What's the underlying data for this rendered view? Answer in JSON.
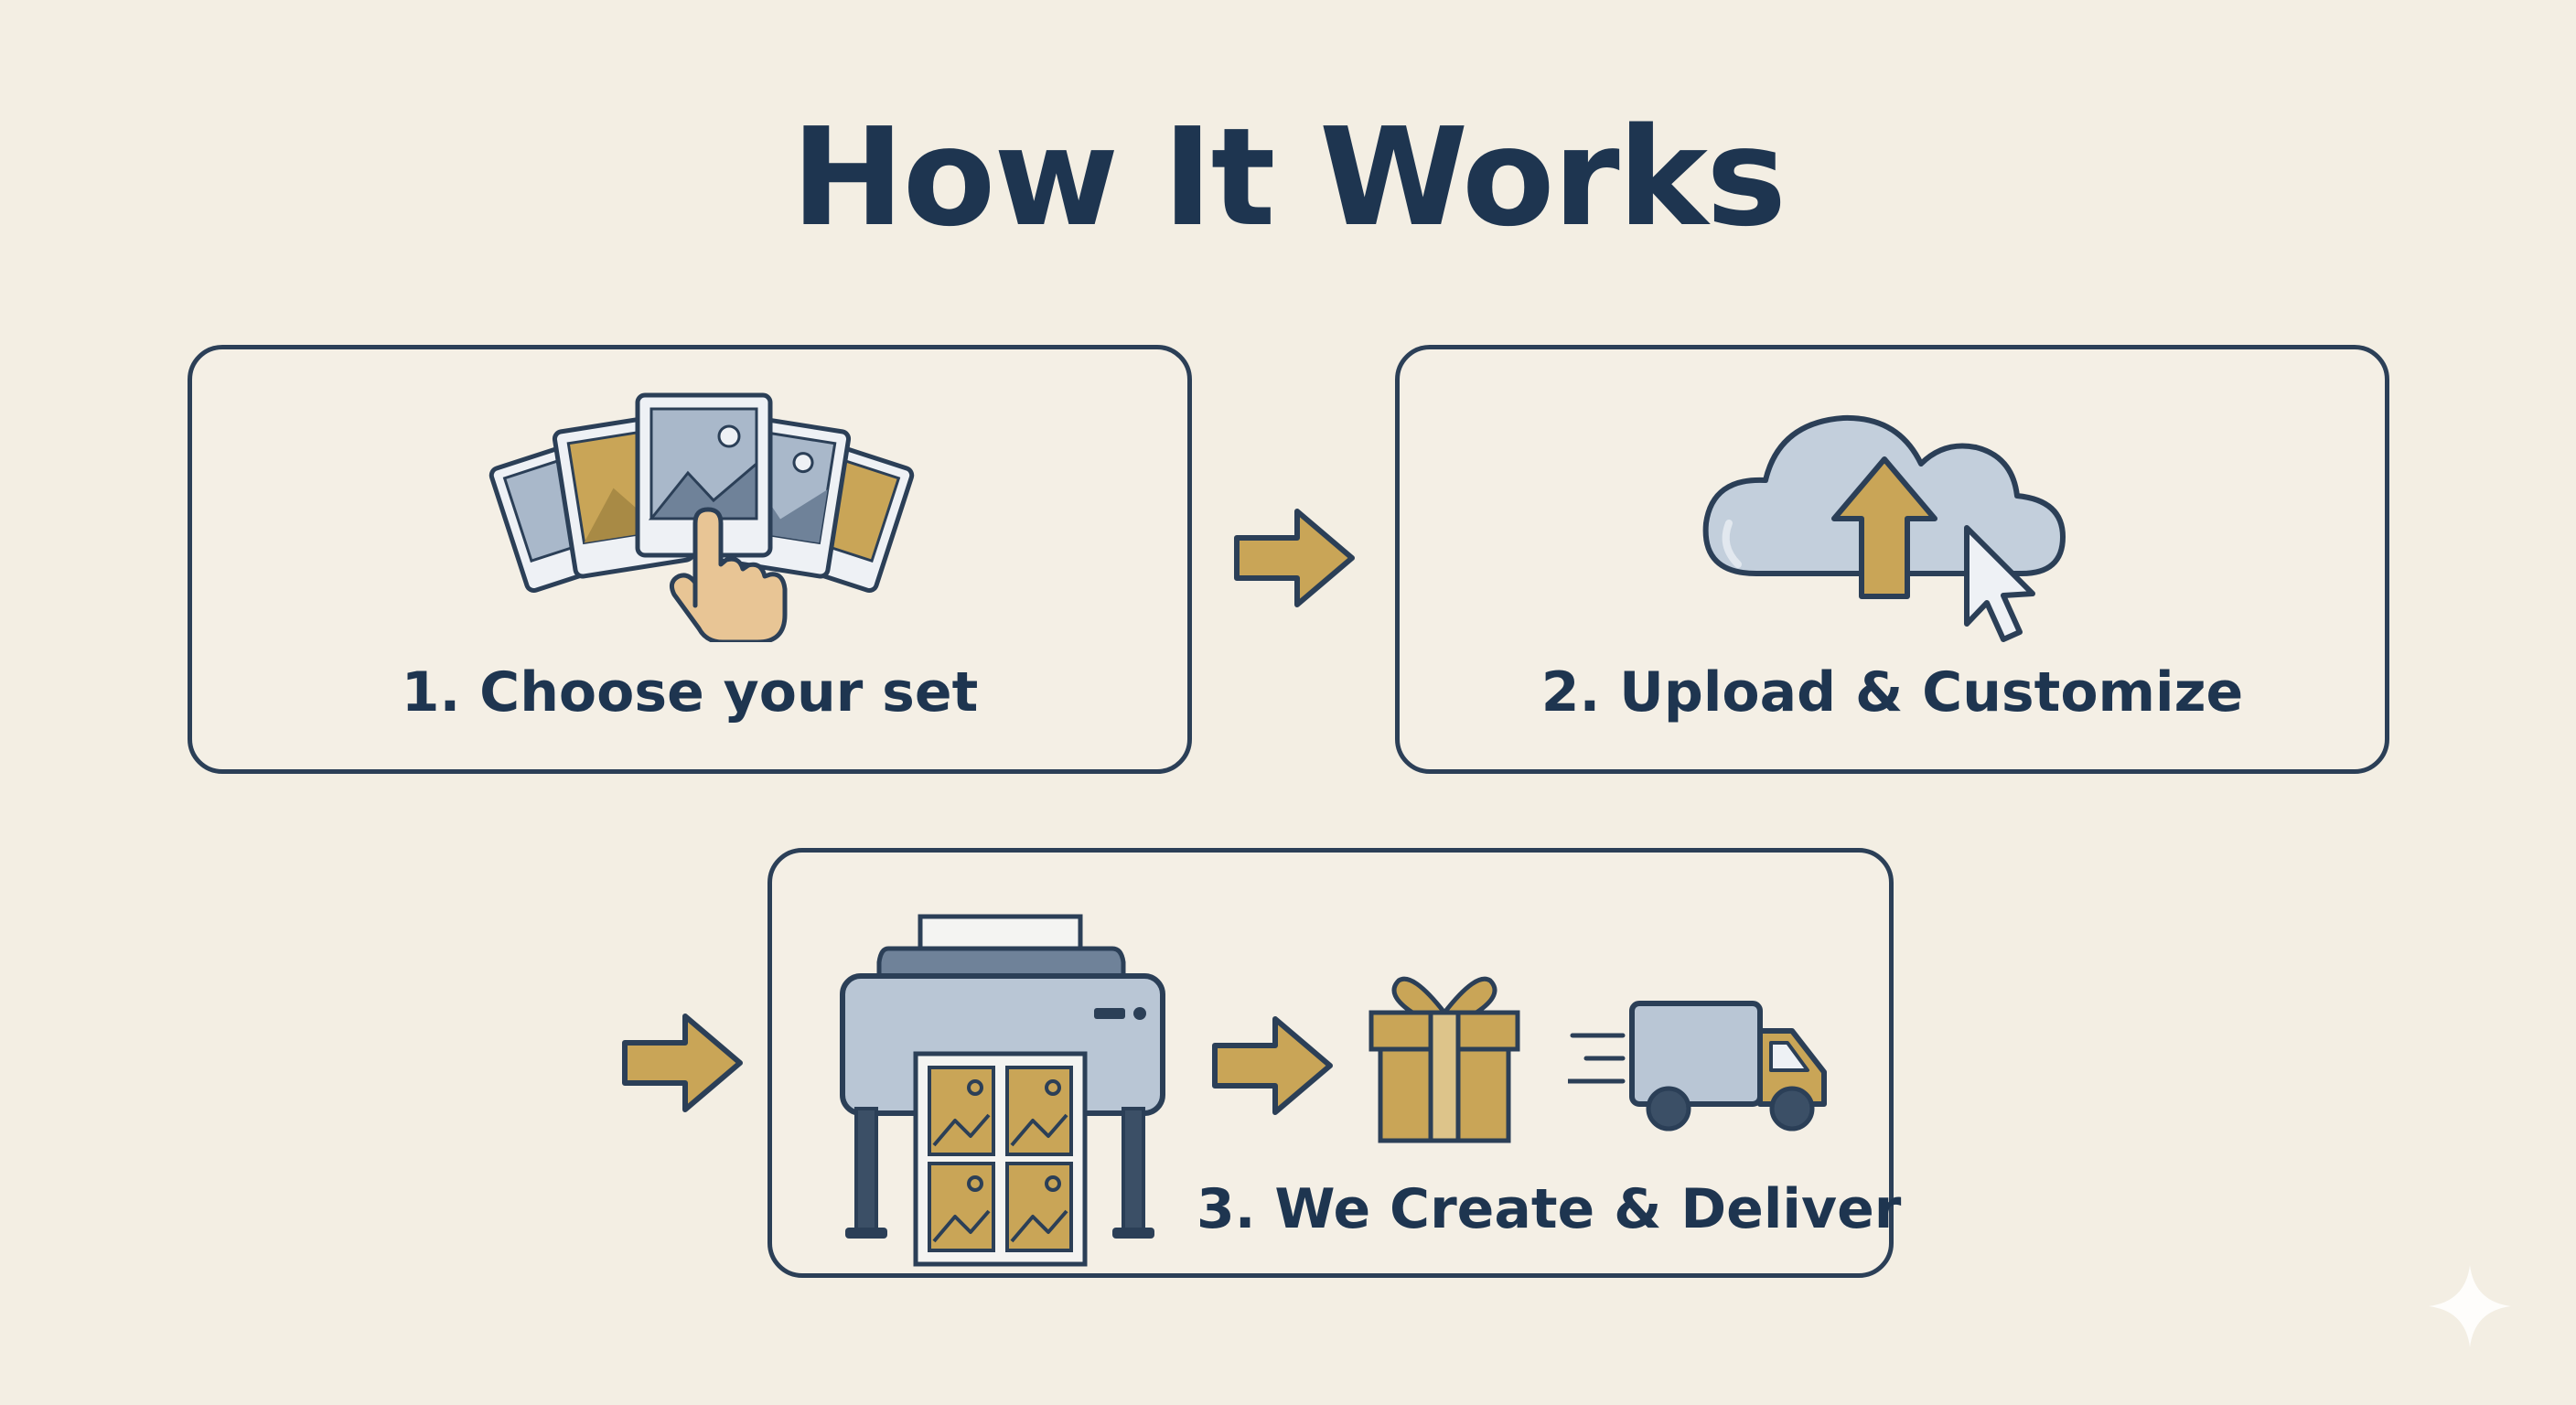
{
  "title": "How It Works",
  "steps": [
    {
      "label": "1. Choose your set",
      "icon": "photo-stack-hand-icon"
    },
    {
      "label": "2. Upload & Customize",
      "icon": "cloud-upload-icon"
    },
    {
      "label": "3. We Create & Deliver",
      "icon": "printer-gift-truck-icon"
    }
  ],
  "colors": {
    "background": "#f3eee3",
    "navy": "#1e3550",
    "gold": "#c9a557",
    "steel": "#a7b6c8"
  }
}
